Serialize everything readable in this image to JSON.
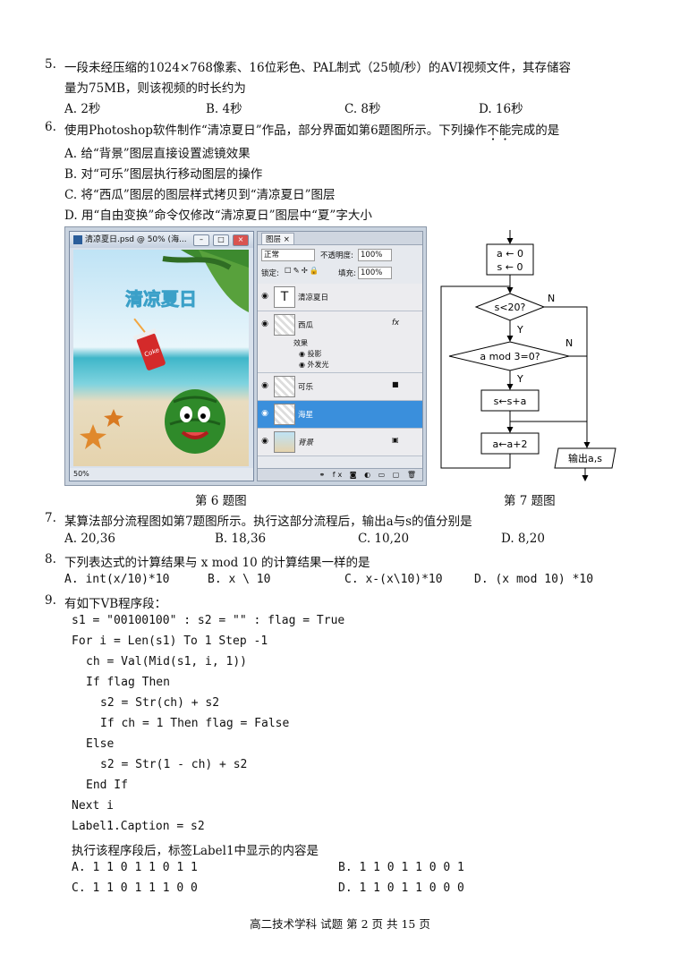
{
  "q5": {
    "number": "5.",
    "line1": "一段未经压缩的1024×768像素、16位彩色、PAL制式（25帧/秒）的AVI视频文件，其存储容",
    "line2": "量为75MB，则该视频的时长约为",
    "options": [
      "A. 2秒",
      "B. 4秒",
      "C. 8秒",
      "D. 16秒"
    ]
  },
  "q6": {
    "number": "6.",
    "stem_a": "使用Photoshop软件制作“清凉夏日”作品，部分界面如第6题图所示。下列操作",
    "stem_b": "不",
    "stem_c": "能",
    "stem_d": "完成的是",
    "options": [
      "A. 给“背景”图层直接设置滤镜效果",
      "B. 对“可乐”图层执行移动图层的操作",
      "C. 将“西瓜”图层的图层样式拷贝到“清凉夏日”图层",
      "D. 用“自由变换”命令仅修改“清凉夏日”图层中“夏”字大小"
    ]
  },
  "ps": {
    "doc_title": "清凉夏日.psd @ 50% (海...",
    "canvas_text": "清凉夏日",
    "zoom": "50%",
    "panel_tab": "图层",
    "blend_mode": "正常",
    "opacity_label": "不透明度:",
    "opacity_value": "100%",
    "lock_label": "锁定:",
    "fill_label": "填充:",
    "fill_value": "100%",
    "layers": [
      "清凉夏日",
      "西瓜",
      "可乐",
      "海星",
      "背景"
    ],
    "effects_label": "效果",
    "effects": [
      "投影",
      "外发光"
    ],
    "fx": "fx"
  },
  "flow": {
    "init_a": "a ← 0",
    "init_s": "s ← 0",
    "cond1": "s<20?",
    "cond2": "a mod 3=0?",
    "yes": "Y",
    "no": "N",
    "proc1": "s←s+a",
    "proc2": "a←a+2",
    "output": "输出a,s"
  },
  "captions": {
    "fig6": "第 6 题图",
    "fig7": "第 7 题图"
  },
  "q7": {
    "number": "7.",
    "stem": "某算法部分流程图如第7题图所示。执行这部分流程后，输出a与s的值分别是",
    "options": [
      "A. 20,36",
      "B. 18,36",
      "C. 10,20",
      "D. 8,20"
    ]
  },
  "q8": {
    "number": "8.",
    "stem": "下列表达式的计算结果与 x mod 10 的计算结果一样的是",
    "options": [
      "A.  int(x/10)*10",
      "B.  x \\ 10",
      "C.  x-(x\\10)*10",
      "D.  (x mod 10) *10"
    ]
  },
  "q9": {
    "number": "9.",
    "stem": "有如下VB程序段：",
    "code": [
      "s1 = \"00100100\" : s2 = \"\"  : flag = True",
      "For i = Len(s1) To 1 Step -1",
      "ch = Val(Mid(s1, i, 1))",
      "If flag Then",
      "s2 = Str(ch) + s2",
      "If ch = 1 Then flag = False",
      "Else",
      "s2 = Str(1 - ch) + s2",
      "End If",
      "Next i",
      "Label1.Caption = s2"
    ],
    "question": "执行该程序段后，标签Label1中显示的内容是",
    "options": [
      "A. 1 1 0 1 1 0 1 1",
      "B. 1 1 0 1 1 0 0 1",
      "C. 1 1 0 1 1 1 0 0",
      "D. 1 1 0 1 1 0 0 0"
    ]
  },
  "footer": "高二技术学科  试题  第 2 页  共 15 页"
}
